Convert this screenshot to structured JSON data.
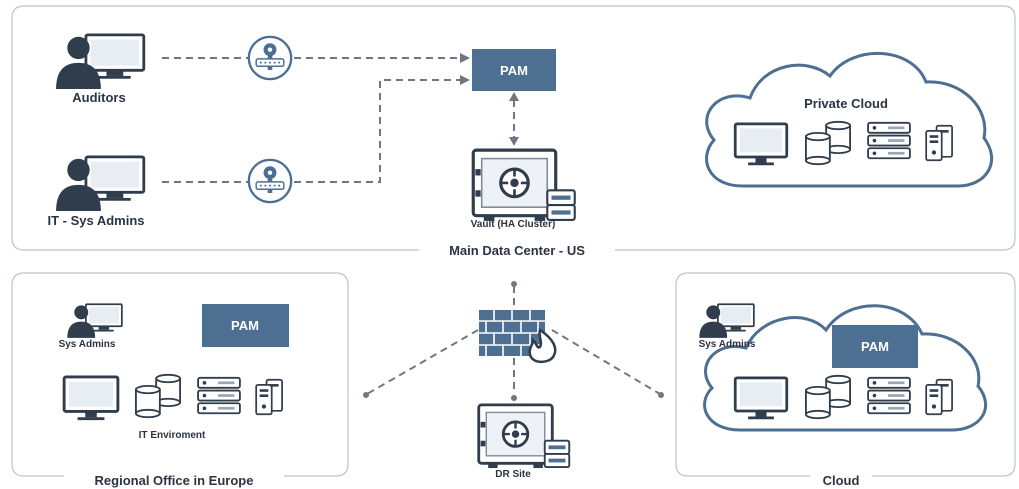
{
  "main_dc": {
    "title": "Main Data Center - US",
    "auditors_label": "Auditors",
    "itsys_label": "IT - Sys Admins",
    "pam_label": "PAM",
    "vault_label": "Vault (HA Cluster)",
    "private_cloud_label": "Private Cloud"
  },
  "regional": {
    "title": "Regional Office in Europe",
    "sysadmins_label": "Sys Admins",
    "pam_label": "PAM",
    "env_label": "IT Enviroment"
  },
  "dr": {
    "label": "DR Site"
  },
  "cloud": {
    "title": "Cloud",
    "sysadmins_label": "Sys Admins",
    "pam_label": "PAM"
  },
  "icons": {
    "user": "user-at-computer-icon",
    "key": "key-icon",
    "vault": "vault-safe-icon",
    "monitor": "monitor-icon",
    "database": "database-icon",
    "server": "server-rack-icon",
    "tower": "pc-tower-icon",
    "firewall": "firewall-icon"
  },
  "colors": {
    "accent": "#4d6f92",
    "icon_dark": "#2f3d4d",
    "frame": "#b9c3cf",
    "connector": "#6f7882",
    "fire": "#2f3d4d"
  }
}
